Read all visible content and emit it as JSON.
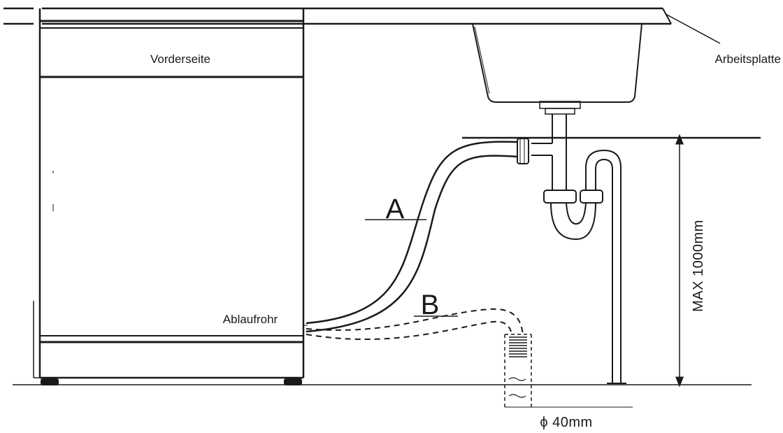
{
  "labels": {
    "front": "Vorderseite",
    "countertop": "Arbeitsplatte",
    "drain_hose": "Ablaufrohr",
    "option_a": "A",
    "option_b": "B",
    "max_height": "MAX 1000mm",
    "diameter": "ϕ 40mm"
  },
  "colors": {
    "line": "#1a1a1a",
    "background": "#ffffff"
  }
}
